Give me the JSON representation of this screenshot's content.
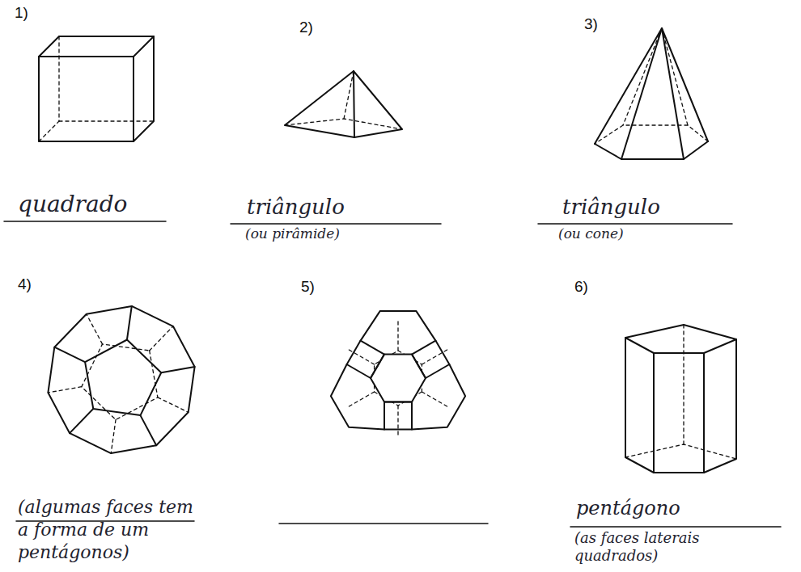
{
  "diagram": {
    "labels": [
      "1)",
      "2)",
      "3)",
      "quadrado",
      "triângulo",
      "(ou pirâmide)",
      "triângulo",
      "(ou cone)",
      "4)",
      "5)",
      "6)",
      "(algumas faces tem a forma de um pentágonos)",
      "pentágono",
      "(as faces laterais quadrados)"
    ]
  }
}
